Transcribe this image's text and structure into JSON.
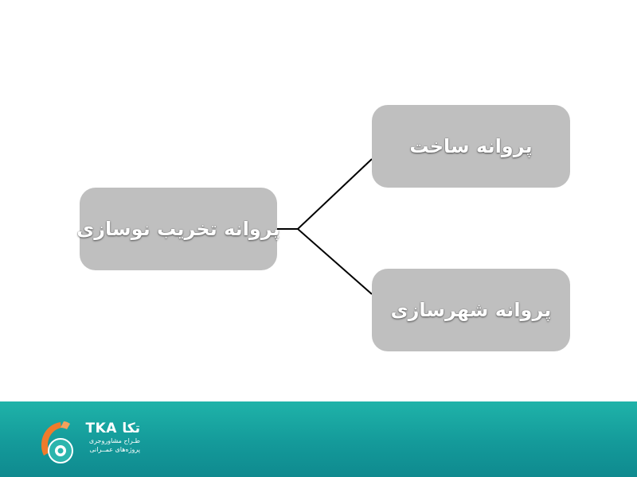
{
  "diagram": {
    "root": {
      "label": "پروانه تخریب نوسازی"
    },
    "children": [
      {
        "label": "پروانه ساخت"
      },
      {
        "label": "پروانه شهرسازی"
      }
    ],
    "colors": {
      "node_fill": "#bfbfbf",
      "node_text": "#ffffff",
      "connector": "#000000"
    }
  },
  "footer": {
    "brand": "TKA تکا",
    "tagline_1": "طـراح  مشاوروجری",
    "tagline_2": "پروژه‌های عمــرانی",
    "colors": {
      "background": "#15a19f",
      "logo_orange": "#f07b2c",
      "logo_teal": "#2bb5ad"
    }
  }
}
